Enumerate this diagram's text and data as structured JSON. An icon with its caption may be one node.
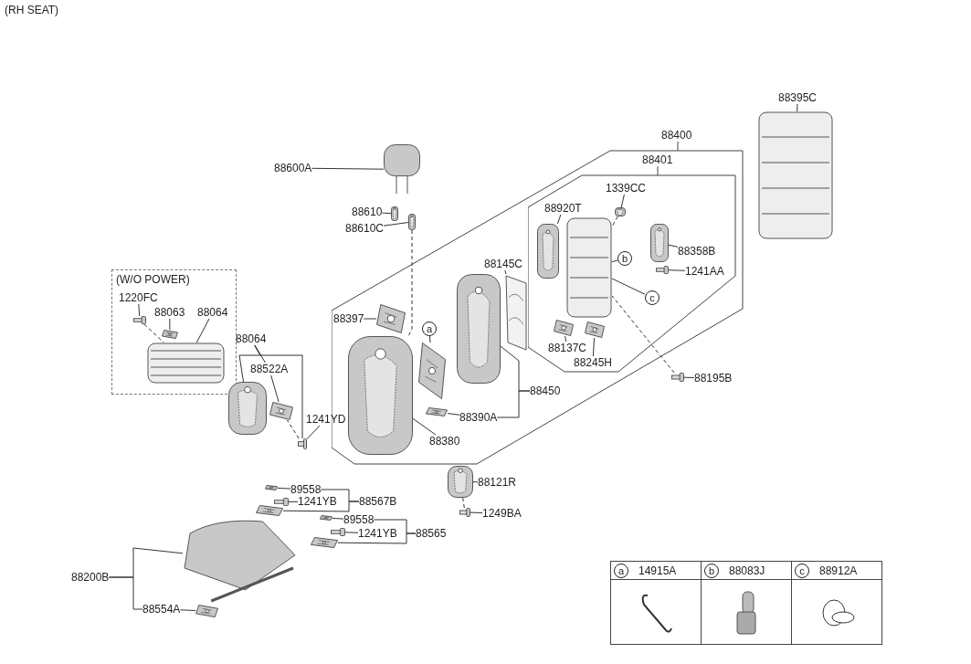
{
  "diagram": {
    "title": "(RH SEAT)",
    "nodes": [
      {
        "text": [
          "88395C"
        ]
      },
      {
        "text": [],
        "shape": "picture"
      },
      {
        "text": [
          "88400"
        ]
      },
      {
        "text": [
          "88401"
        ],
        "in": 2
      },
      {
        "text": [
          "1339CC"
        ],
        "in": 3
      },
      {
        "text": [],
        "shape": "picture",
        "in": 3
      },
      {
        "text": [
          "88920T"
        ],
        "in": 3
      },
      {
        "text": [],
        "shape": "picture",
        "in": 3
      },
      {
        "text": [],
        "shape": "picture",
        "in": 3
      },
      {
        "text": [
          "b"
        ],
        "in": 3
      },
      {
        "text": [
          "c"
        ],
        "in": 3
      },
      {
        "text": [
          "88358B"
        ],
        "in": 3
      },
      {
        "text": [],
        "shape": "picture",
        "in": 3
      },
      {
        "text": [
          "1241AA"
        ],
        "in": 3
      },
      {
        "text": [],
        "shape": "picture",
        "in": 3
      },
      {
        "text": [
          "88137C"
        ],
        "in": 3
      },
      {
        "text": [],
        "shape": "picture",
        "in": 3
      },
      {
        "text": [
          "88245H"
        ],
        "in": 3
      },
      {
        "text": [],
        "shape": "picture",
        "in": 3
      },
      {
        "text": [
          "88145C"
        ],
        "in": 2
      },
      {
        "text": [],
        "shape": "picture",
        "in": 2
      },
      {
        "text": [
          "88397"
        ],
        "in": 2
      },
      {
        "text": [],
        "shape": "picture",
        "in": 2
      },
      {
        "text": [
          "a"
        ],
        "in": 2
      },
      {
        "text": [],
        "shape": "picture",
        "in": 2
      },
      {
        "text": [
          "88390A"
        ],
        "in": 2
      },
      {
        "text": [],
        "shape": "picture",
        "in": 2
      },
      {
        "text": [
          "88450"
        ],
        "in": 2
      },
      {
        "text": [
          "88380"
        ],
        "in": 2
      },
      {
        "text": [],
        "shape": "picture",
        "in": 2
      },
      {
        "text": [],
        "shape": "picture",
        "in": 2
      },
      {
        "text": [
          "88600A"
        ]
      },
      {
        "text": [],
        "shape": "picture"
      },
      {
        "text": [
          "88610"
        ]
      },
      {
        "text": [],
        "shape": "picture"
      },
      {
        "text": [
          "88610C"
        ]
      },
      {
        "text": [],
        "shape": "picture"
      },
      {
        "text": [
          "(W/O POWER)"
        ]
      },
      {
        "text": [
          "1220FC"
        ],
        "in": 37
      },
      {
        "text": [],
        "shape": "picture",
        "in": 37
      },
      {
        "text": [
          "88063"
        ],
        "in": 37
      },
      {
        "text": [],
        "shape": "picture",
        "in": 37
      },
      {
        "text": [
          "88064"
        ],
        "in": 37
      },
      {
        "text": [],
        "shape": "picture",
        "in": 37
      },
      {
        "text": [
          "88064"
        ]
      },
      {
        "text": [
          "88522A"
        ]
      },
      {
        "text": [
          "1241YD"
        ]
      },
      {
        "text": [],
        "shape": "picture"
      },
      {
        "text": [],
        "shape": "picture"
      },
      {
        "text": [],
        "shape": "picture"
      },
      {
        "text": [
          "88121R"
        ]
      },
      {
        "text": [],
        "shape": "picture"
      },
      {
        "text": [
          "1249BA"
        ]
      },
      {
        "text": [],
        "shape": "picture"
      },
      {
        "text": [
          "89558"
        ]
      },
      {
        "text": [],
        "shape": "picture"
      },
      {
        "text": [
          "1241YB"
        ]
      },
      {
        "text": [],
        "shape": "picture"
      },
      {
        "text": [
          "88567B"
        ]
      },
      {
        "text": [],
        "shape": "picture"
      },
      {
        "text": [
          "89558"
        ]
      },
      {
        "text": [],
        "shape": "picture"
      },
      {
        "text": [
          "1241YB"
        ]
      },
      {
        "text": [],
        "shape": "picture"
      },
      {
        "text": [
          "88565"
        ]
      },
      {
        "text": [],
        "shape": "picture"
      },
      {
        "text": [
          "88200B"
        ]
      },
      {
        "text": [],
        "shape": "picture"
      },
      {
        "text": [
          "88554A"
        ]
      },
      {
        "text": [],
        "shape": "picture"
      },
      {
        "text": [
          "88195B"
        ]
      },
      {
        "text": [],
        "shape": "picture"
      },
      {
        "text": [
          "a"
        ]
      },
      {
        "text": [
          "b"
        ]
      },
      {
        "text": [
          "c"
        ]
      }
    ],
    "edges": [
      {
        "from": 0,
        "to": 1,
        "arrow": "none"
      },
      {
        "from": 31,
        "to": 32,
        "arrow": "none"
      },
      {
        "from": 33,
        "to": 34,
        "arrow": "none"
      },
      {
        "from": 35,
        "to": 36,
        "arrow": "none"
      },
      {
        "from": 36,
        "to": 29,
        "arrow": "none",
        "style": "dashed"
      },
      {
        "from": 38,
        "to": 39,
        "arrow": "none"
      },
      {
        "from": 40,
        "to": 41,
        "arrow": "none"
      },
      {
        "from": 42,
        "to": 43,
        "arrow": "none"
      },
      {
        "from": 39,
        "to": 43,
        "arrow": "none",
        "style": "dashed"
      },
      {
        "from": 44,
        "to": 47,
        "arrow": "none"
      },
      {
        "from": 44,
        "to": 45,
        "arrow": "none"
      },
      {
        "from": 44,
        "to": 49,
        "arrow": "none"
      },
      {
        "from": 45,
        "to": 48,
        "arrow": "none"
      },
      {
        "from": 46,
        "to": 49,
        "arrow": "none"
      },
      {
        "from": 49,
        "to": 48,
        "arrow": "none",
        "style": "dashed"
      },
      {
        "from": 4,
        "to": 5,
        "arrow": "none"
      },
      {
        "from": 5,
        "to": 8,
        "arrow": "none",
        "style": "dashed"
      },
      {
        "from": 6,
        "to": 7,
        "arrow": "none"
      },
      {
        "from": 9,
        "to": 8,
        "arrow": "none"
      },
      {
        "from": 10,
        "to": 8,
        "arrow": "none"
      },
      {
        "from": 11,
        "to": 12,
        "arrow": "none"
      },
      {
        "from": 13,
        "to": 14,
        "arrow": "none"
      },
      {
        "from": 15,
        "to": 16,
        "arrow": "none"
      },
      {
        "from": 17,
        "to": 18,
        "arrow": "none"
      },
      {
        "from": 70,
        "to": 71,
        "arrow": "none"
      },
      {
        "from": 71,
        "to": 8,
        "arrow": "none",
        "style": "dashed"
      },
      {
        "from": 19,
        "to": 20,
        "arrow": "none"
      },
      {
        "from": 21,
        "to": 22,
        "arrow": "none"
      },
      {
        "from": 23,
        "to": 24,
        "arrow": "none"
      },
      {
        "from": 25,
        "to": 26,
        "arrow": "none"
      },
      {
        "from": 27,
        "to": 30,
        "arrow": "none"
      },
      {
        "from": 27,
        "to": 25,
        "arrow": "none"
      },
      {
        "from": 28,
        "to": 29,
        "arrow": "none"
      },
      {
        "from": 50,
        "to": 51,
        "arrow": "none"
      },
      {
        "from": 52,
        "to": 53,
        "arrow": "none"
      },
      {
        "from": 53,
        "to": 51,
        "arrow": "none",
        "style": "dashed"
      },
      {
        "from": 54,
        "to": 55,
        "arrow": "none"
      },
      {
        "from": 56,
        "to": 57,
        "arrow": "none"
      },
      {
        "from": 58,
        "to": 54,
        "arrow": "none"
      },
      {
        "from": 58,
        "to": 59,
        "arrow": "none"
      },
      {
        "from": 60,
        "to": 61,
        "arrow": "none"
      },
      {
        "from": 62,
        "to": 63,
        "arrow": "none"
      },
      {
        "from": 64,
        "to": 60,
        "arrow": "none"
      },
      {
        "from": 64,
        "to": 65,
        "arrow": "none"
      },
      {
        "from": 66,
        "to": 67,
        "arrow": "none"
      },
      {
        "from": 66,
        "to": 68,
        "arrow": "none"
      },
      {
        "from": 68,
        "to": 69,
        "arrow": "none"
      }
    ],
    "labels": [
      "14915A",
      "88083J",
      "88912A"
    ]
  }
}
